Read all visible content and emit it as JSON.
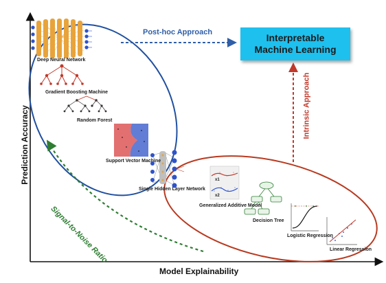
{
  "axes": {
    "x_label": "Model Explainability",
    "y_label": "Prediction Accuracy"
  },
  "target_box": {
    "line1": "Interpretable",
    "line2": "Machine Learning",
    "color": "#1ec0ee"
  },
  "arrows": {
    "post_hoc": "Post-hoc Approach",
    "intrinsic": "Intrinsic Approach",
    "signal_to_noise": "Signal-to-Noise Ratio"
  },
  "models": {
    "deep_neural_network": "Deep Neural Network",
    "gradient_boosting_machine": "Gradient Boosting Machine",
    "random_forest": "Random Forest",
    "support_vector_machine": "Support Vector Machine",
    "single_hidden_layer_network": "Single Hidden Layer Network",
    "generalized_additive_model": "Generalized Additive Model",
    "decision_tree": "Decision Tree",
    "logistic_regression": "Logistic Regression",
    "linear_regression": "Linear Regression"
  },
  "gam_labels": {
    "x1": "x1",
    "x2": "x2"
  },
  "colors": {
    "blue_group": "#1f4fa0",
    "red_group": "#b8391f",
    "post_hoc_arrow": "#2e5fa8",
    "intrinsic_arrow": "#c0392b",
    "snr_arrow": "#2e7d32",
    "nn_orange": "#e8a33a",
    "nn_node_blue": "#2f53c9",
    "gbm_red": "#c0392b"
  }
}
